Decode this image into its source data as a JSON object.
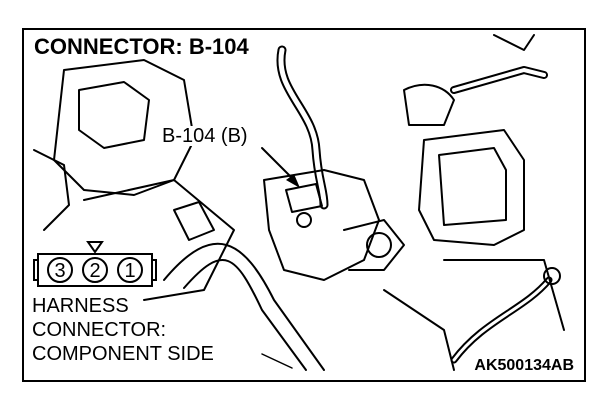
{
  "title": "CONNECTOR: B-104",
  "callout_label": "B-104 (B)",
  "connector": {
    "pins": [
      "3",
      "2",
      "1"
    ]
  },
  "harness_label": {
    "line1": "HARNESS",
    "line2": "CONNECTOR:",
    "line3": "COMPONENT SIDE"
  },
  "figure_code": "AK500134AB"
}
